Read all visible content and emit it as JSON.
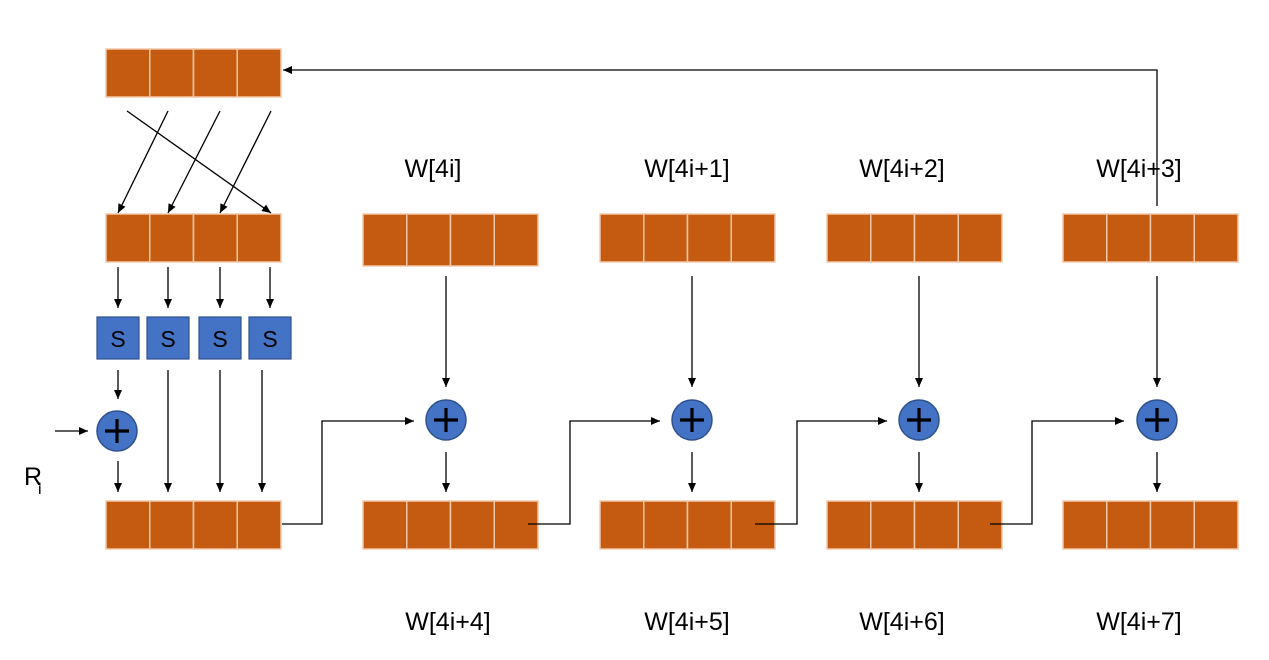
{
  "colors": {
    "word_cell": "#C55A11",
    "word_cell_divider": "#F2C8A8",
    "sbox_fill": "#4472C4",
    "sbox_border": "#2F528F",
    "xor_fill": "#4472C4",
    "xor_border": "#2F528F",
    "line": "#000000"
  },
  "labels": {
    "top_words": [
      "W[4i]",
      "W[4i+1]",
      "W[4i+2]",
      "W[4i+3]"
    ],
    "bottom_words": [
      "W[4i+4]",
      "W[4i+5]",
      "W[4i+6]",
      "W[4i+7]"
    ],
    "sbox": [
      "S",
      "S",
      "S",
      "S"
    ],
    "round_constant_base": "R",
    "round_constant_sub": "i"
  },
  "icons": {
    "xor": "circled-plus-icon",
    "sbox": "s-box-icon"
  }
}
